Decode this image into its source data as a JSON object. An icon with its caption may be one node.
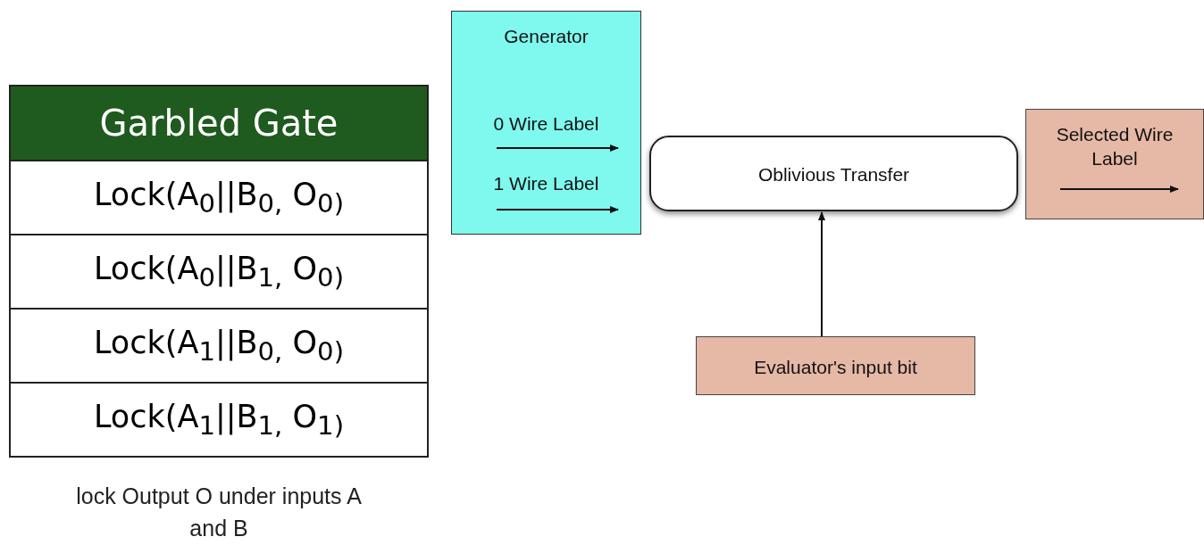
{
  "diagram": {
    "caption": "lock Output O under inputs A and B",
    "nodes": [
      {
        "text": [
          "Garbled Gate"
        ]
      },
      {
        "text": [
          "Lock(A$_{0}$||B$_{0,}$ O$_{0)}$"
        ],
        "in": 0
      },
      {
        "text": [
          "Lock(A$_{0}$||B$_{1,}$ O$_{0)}$"
        ],
        "in": 0
      },
      {
        "text": [
          "Lock(A$_{1}$||B$_{0,}$ O$_{0)}$"
        ],
        "in": 0
      },
      {
        "text": [
          "Lock(A$_{1}$||B$_{1,}$ O$_{1)}$"
        ],
        "in": 0
      },
      {
        "text": [
          "Generator",
          "0 Wire Label",
          "1 Wire Label"
        ]
      },
      {
        "text": [
          "Oblivious Transfer"
        ]
      },
      {
        "text": [
          "Selected Wire Label"
        ]
      },
      {
        "text": [
          "Evaluator's input bit"
        ]
      }
    ],
    "edges": [
      {
        "from": 8,
        "to": 6,
        "arrow": "to"
      }
    ]
  }
}
